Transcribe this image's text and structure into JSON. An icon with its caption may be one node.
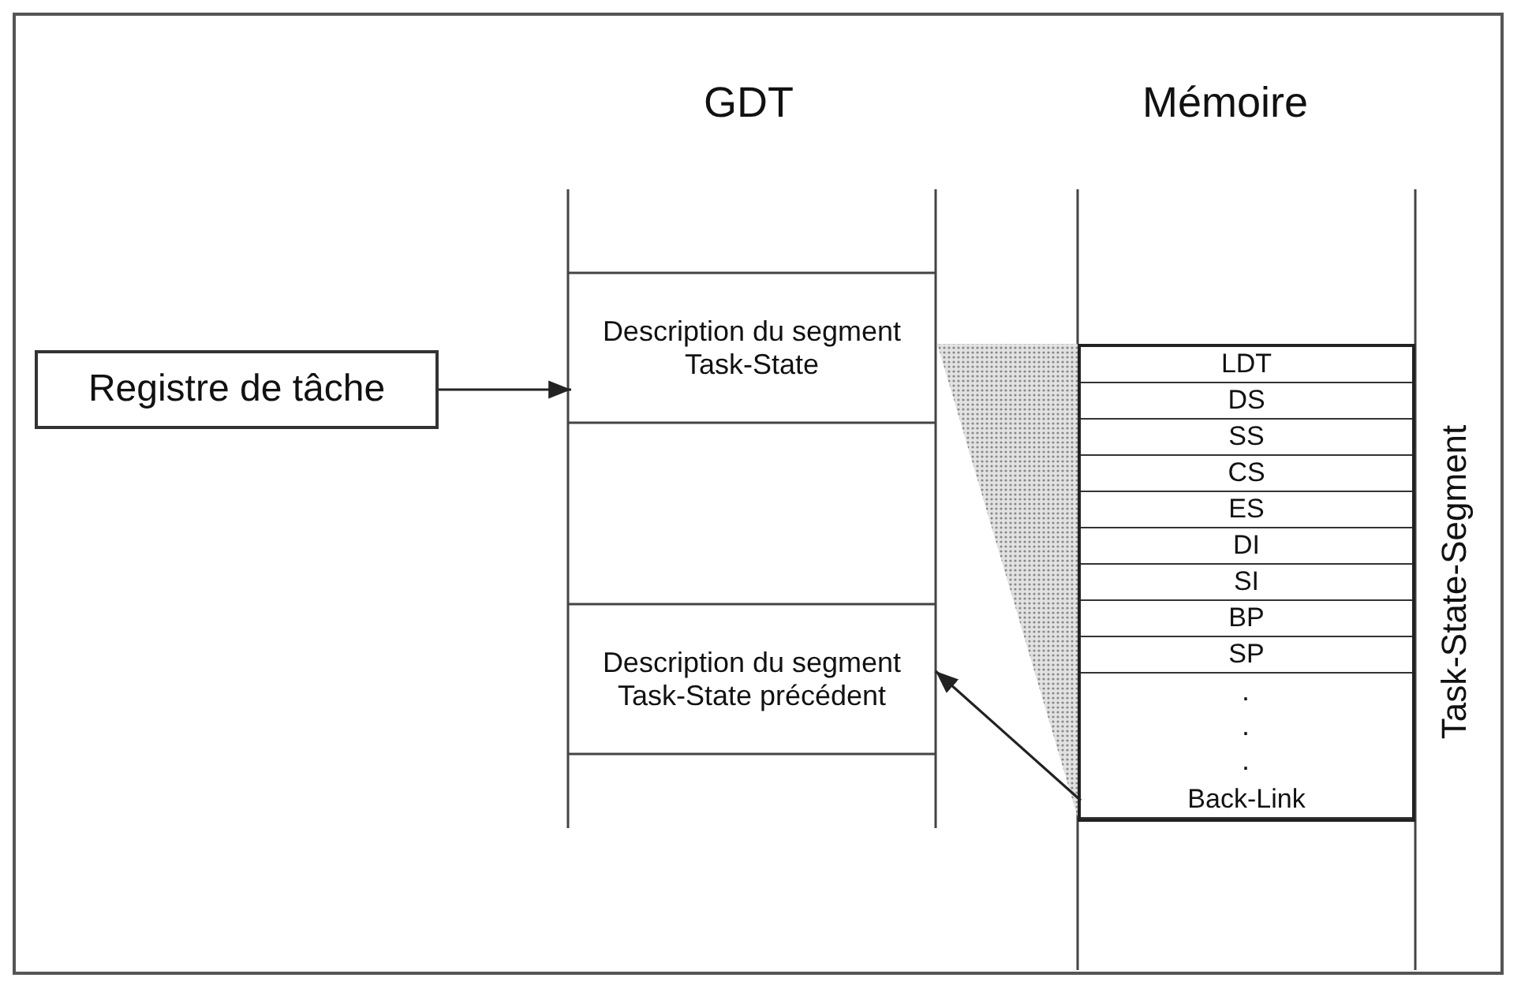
{
  "diagram": {
    "nodes": [
      {
        "text": [
          "Registre de tâche"
        ]
      },
      {
        "text": [
          "Description du segment Task-State"
        ]
      },
      {
        "text": [
          "Description du segment Task-State précédent"
        ]
      },
      {
        "text": [
          "Task-State-Segment"
        ]
      },
      {
        "text": [
          "LDT"
        ],
        "in": 3
      },
      {
        "text": [
          "DS"
        ],
        "in": 3
      },
      {
        "text": [
          "SS"
        ],
        "in": 3
      },
      {
        "text": [
          "CS"
        ],
        "in": 3
      },
      {
        "text": [
          "ES"
        ],
        "in": 3
      },
      {
        "text": [
          "DI"
        ],
        "in": 3
      },
      {
        "text": [
          "SI"
        ],
        "in": 3
      },
      {
        "text": [
          "BP"
        ],
        "in": 3
      },
      {
        "text": [
          "SP"
        ],
        "in": 3
      },
      {
        "text": [
          "Back-Link"
        ],
        "in": 3
      }
    ],
    "edges": [
      {
        "from": 0,
        "to": 1,
        "arrow": "to"
      },
      {
        "from": 13,
        "to": 2,
        "arrow": "to"
      }
    ],
    "labels": [
      "GDT",
      "Mémoire",
      ".",
      ".",
      "."
    ]
  }
}
